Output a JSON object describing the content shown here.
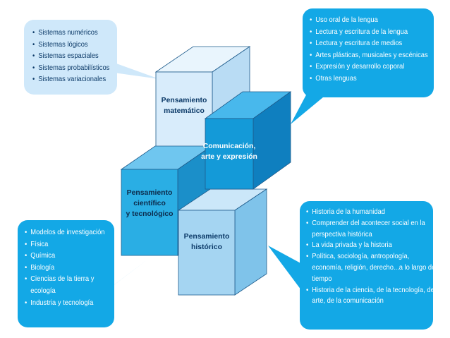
{
  "colors": {
    "light_box": "#cfe8fa",
    "dark_box": "#13a8e6",
    "light_text": "#0c3a68",
    "cube_math_front": "#d8ecfb",
    "cube_comm_front": "#149ad8",
    "cube_sci_front": "#2aaee4",
    "cube_hist_front": "#a5d5f2"
  },
  "cubes": {
    "math": {
      "line1": "Pensamiento",
      "line2": "matemático"
    },
    "comm": {
      "line1": "Comunicación,",
      "line2": "arte y expresión"
    },
    "sci": {
      "line1": "Pensamiento",
      "line2": "científico",
      "line3": "y tecnológico"
    },
    "hist": {
      "line1": "Pensamiento",
      "line2": "histórico"
    }
  },
  "callouts": {
    "math": {
      "items": [
        "Sistemas numéricos",
        "Sistemas lógicos",
        "Sistemas espaciales",
        "Sistemas probabilísticos",
        "Sistemas variacionales"
      ]
    },
    "comm": {
      "items": [
        "Uso oral de la lengua",
        "Lectura y escritura de la lengua",
        "Lectura y escritura de medios",
        "Artes plásticas, musicales y escénicas",
        "Expresión y desarrollo coporal",
        "Otras lenguas"
      ]
    },
    "sci": {
      "items": [
        "Modelos de investigación",
        "Física",
        "Química",
        "Biología",
        "Ciencias de la tierra y ecología",
        "Industria y tecnología"
      ]
    },
    "hist": {
      "items": [
        "Historia de la humanidad",
        "Comprender del acontecer social en la perspectiva histórica",
        "La vida privada y la historia",
        "Política, sociología, antropología, economía, religión, derecho...a lo largo del tiempo",
        "Historia de la ciencia, de la tecnología, del arte, de la comunicación"
      ]
    }
  }
}
